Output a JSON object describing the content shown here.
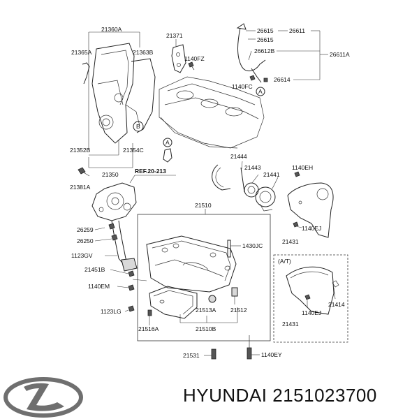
{
  "diagram": {
    "labels": {
      "l21360A": "21360A",
      "l21365A": "21365A",
      "l21363B": "21363B",
      "l21371": "21371",
      "l1140FZ": "1140FZ",
      "l26615a": "26615",
      "l26615b": "26615",
      "l26611": "26611",
      "l26612B": "26612B",
      "l26611A": "26611A",
      "l1140FC": "1140FC",
      "l26614": "26614",
      "l21352B": "21352B",
      "l21354C": "21354C",
      "l21350": "21350",
      "l21381A": "21381A",
      "l21444": "21444",
      "l21443": "21443",
      "l21441": "21441",
      "l1140EH": "1140EH",
      "l21510": "21510",
      "l26259": "26259",
      "l26250": "26250",
      "l1123GV": "1123GV",
      "l1430JC": "1430JC",
      "l21451B": "21451B",
      "l1140EM": "1140EM",
      "l1123LG": "1123LG",
      "l21513A": "21513A",
      "l21512": "21512",
      "l21516A": "21516A",
      "l21510B": "21510B",
      "l21531": "21531",
      "l1140EY": "1140EY",
      "l1140EJa": "1140EJ",
      "l21431a": "21431",
      "lAT": "(A/T)",
      "l21414": "21414",
      "l1140EJb": "1140EJ",
      "l21431b": "21431"
    },
    "ref": "REF.20-213",
    "callouts": {
      "a": "A",
      "b": "B"
    }
  },
  "footer": {
    "brand": "HYUNDAI",
    "part_number": "2151023700",
    "logo_icon": "hyundai-logo-icon"
  }
}
